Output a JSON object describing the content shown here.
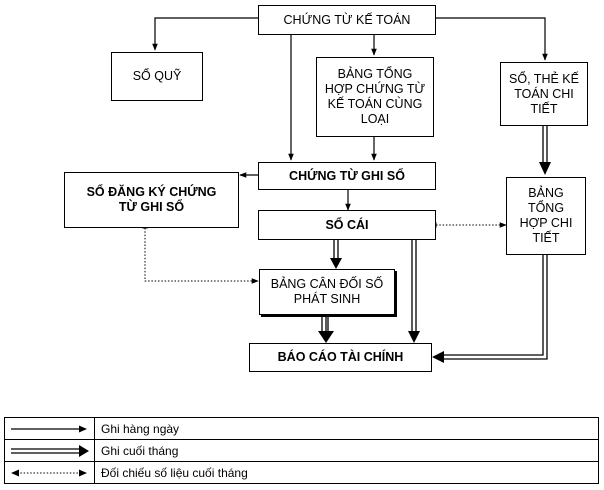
{
  "nodes": {
    "chung_tu_ke_toan": "CHỨNG TỪ KẾ TOÁN",
    "so_quy": "SỔ QUỸ",
    "bang_tong_hop_chung_tu": "BẢNG TỔNG HỢP CHỨNG TỪ KẾ TOÁN CÙNG LOẠI",
    "so_the_ke_toan_chi_tiet": "SỔ, THẺ KẾ TOÁN CHI TIẾT",
    "chung_tu_ghi_so": "CHỨNG TỪ GHI SỔ",
    "so_dang_ky": "SỔ ĐĂNG KÝ CHỨNG TỪ GHI SỔ",
    "so_cai": "SỔ CÁI",
    "bang_tong_hop_chi_tiet": "BẢNG TỔNG HỢP CHI TIẾT",
    "bang_can_doi": "BẢNG CÂN ĐỐI SỐ PHÁT SINH",
    "bao_cao_tai_chinh": "BÁO CÁO TÀI CHÍNH"
  },
  "legend": [
    {
      "style": "daily",
      "label": "Ghi hàng ngày"
    },
    {
      "style": "end_of_month",
      "label": "Ghi cuối tháng"
    },
    {
      "style": "reconcile",
      "label": "Đối chiếu số liệu cuối tháng"
    }
  ]
}
